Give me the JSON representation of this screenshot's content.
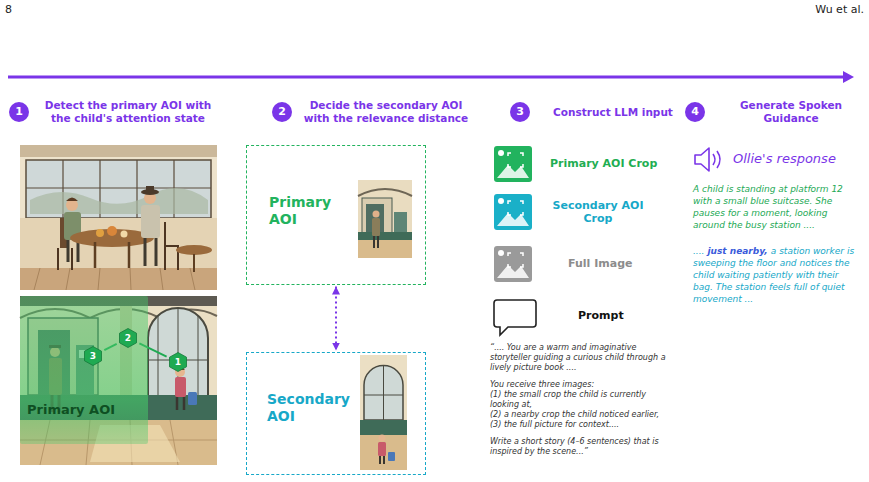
{
  "diagram": {
    "nodes": [
      {
        "text": [
          "1",
          "Detect the primary AOI with the child's attention state"
        ]
      },
      {
        "text": [
          "2",
          "Decide the secondary AOI with the relevance distance"
        ]
      },
      {
        "text": [
          "3",
          "Construct LLM input"
        ]
      },
      {
        "text": [
          "4",
          "Generate Spoken Guidance"
        ]
      },
      {
        "text": [
          "Primary AOI"
        ]
      },
      {
        "text": [
          "1"
        ]
      },
      {
        "text": [
          "2"
        ],
        "in": 4
      },
      {
        "text": [
          "3"
        ],
        "in": 4
      },
      {
        "text": [
          "Primary AOI"
        ]
      },
      {
        "text": [
          "Secondary AOI"
        ]
      }
    ],
    "edges": [
      {
        "from": 7,
        "to": 6,
        "arrow": "none"
      },
      {
        "from": 6,
        "to": 5,
        "arrow": "none"
      },
      {
        "from": 8,
        "to": 9,
        "arrow": "both"
      }
    ],
    "labels": [
      "8",
      "Wu et al.",
      "Primary AOI Crop",
      "Secondary AOI Crop",
      "Full Image",
      "Prompt",
      "“.... You are a warm and imaginative storyteller guiding a curious child through a lively picture book ....",
      "You receive three images:",
      "(1) the small crop the child is currently looking at,",
      "(2) a nearby crop the child noticed earlier,",
      "(3) the full picture for context....",
      "Write a short story (4–6 sentences) that is inspired by the scene...”",
      "Ollie's response",
      "A child is standing at platform 12 with a small blue suitcase. She pauses for a moment, looking around the busy station ....",
      "....",
      "just nearby,",
      "a station worker is sweeping the floor and notices the child waiting patiently with their bag. The station feels full of quiet movement ..."
    ]
  }
}
